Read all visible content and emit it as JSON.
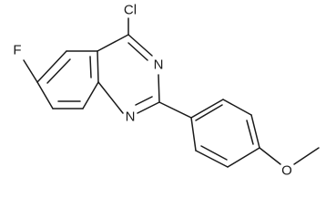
{
  "molecule": {
    "atoms": {
      "chlorine": "Cl",
      "fluorine": "F",
      "nitrogen_3": "N",
      "nitrogen_1": "N",
      "oxygen": "O"
    }
  },
  "colors": {
    "bond": "#1a1a1a",
    "label": "#1a1a1a",
    "background": "#ffffff"
  }
}
